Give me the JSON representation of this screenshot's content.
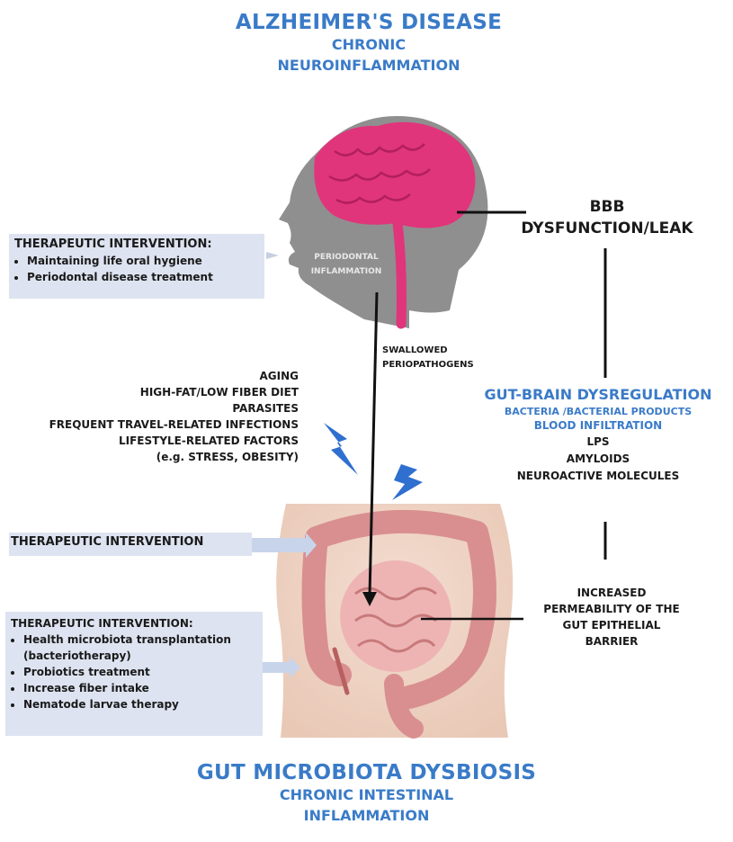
{
  "top": {
    "title": "ALZHEIMER'S DISEASE",
    "subtitle_line1": "CHRONIC",
    "subtitle_line2": "NEUROINFLAMMATION"
  },
  "bbb": {
    "line1": "BBB",
    "line2": "DYSFUNCTION/LEAK"
  },
  "head_label": {
    "line1": "PERIODONTAL",
    "line2": "INFLAMMATION"
  },
  "swallowed": {
    "line1": "SWALLOWED",
    "line2": "PERIOPATHOGENS"
  },
  "oral_intervention": {
    "header": "THERAPEUTIC INTERVENTION:",
    "items": [
      "Maintaining life oral hygiene",
      "Periodontal disease treatment"
    ]
  },
  "risk_factors": [
    "AGING",
    "HIGH-FAT/LOW FIBER DIET",
    "PARASITES",
    "FREQUENT TRAVEL-RELATED INFECTIONS",
    "LIFESTYLE-RELATED FACTORS",
    "(e.g. STRESS, OBESITY)"
  ],
  "gut_brain": {
    "title": "GUT-BRAIN DYSREGULATION",
    "line1": "BACTERIA /BACTERIAL PRODUCTS",
    "line2": "BLOOD INFILTRATION",
    "items": [
      "LPS",
      "AMYLOIDS",
      "NEUROACTIVE MOLECULES"
    ]
  },
  "middle_intervention": {
    "header": "THERAPEUTIC INTERVENTION"
  },
  "permeability": {
    "line1": "INCREASED",
    "line2": "PERMEABILITY OF THE",
    "line3": "GUT EPITHELIAL",
    "line4": "BARRIER"
  },
  "gut_intervention": {
    "header": "THERAPEUTIC INTERVENTION:",
    "items": [
      "Health microbiota transplantation (bacteriotherapy)",
      "Probiotics treatment",
      "Increase fiber intake",
      "Nematode larvae therapy"
    ]
  },
  "bottom": {
    "title": "GUT MICROBIOTA DYSBIOSIS",
    "subtitle_line1": "CHRONIC INTESTINAL",
    "subtitle_line2": "INFLAMMATION"
  },
  "colors": {
    "accent_blue": "#3a7bc8",
    "brain_pink": "#e0357a",
    "head_gray": "#8c8c8c",
    "panel_bg": "#dde3f0",
    "bolt_blue": "#2f6fcf",
    "gut_pink": "#e8a4a4"
  }
}
